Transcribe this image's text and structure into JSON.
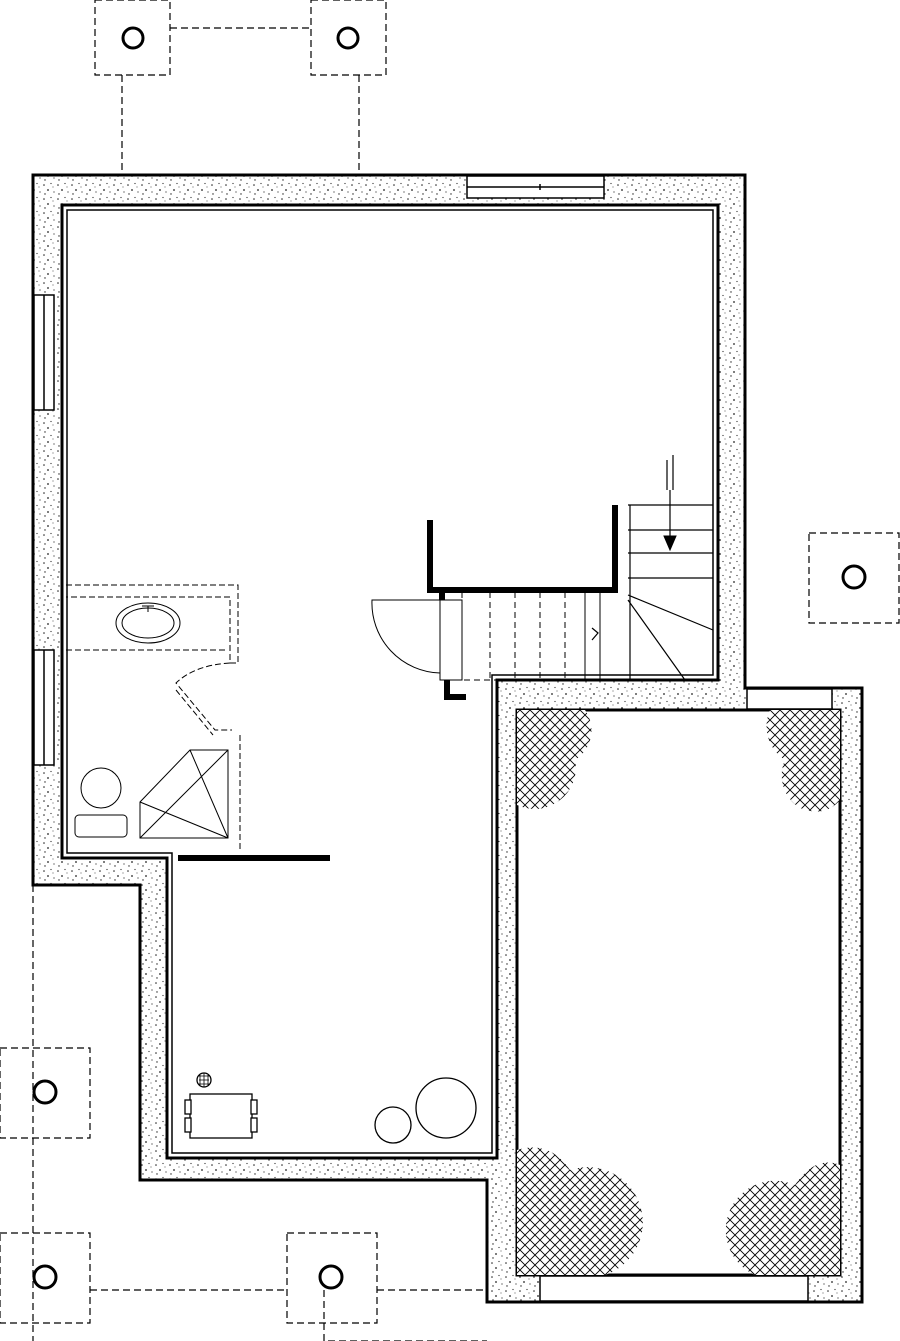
{
  "drawing": {
    "type": "floor-plan",
    "level": "basement",
    "colors": {
      "background": "#ffffff",
      "line": "#000000",
      "wall_fill": "#ffffff",
      "speckle": "#222222"
    },
    "elements": [
      "footing-pads",
      "concrete-walls",
      "windows",
      "staircase",
      "bathroom-sink",
      "toilet",
      "shower",
      "door",
      "water-heater",
      "tanks",
      "furnace",
      "garage",
      "garage-door",
      "garage-hatch-areas"
    ]
  }
}
